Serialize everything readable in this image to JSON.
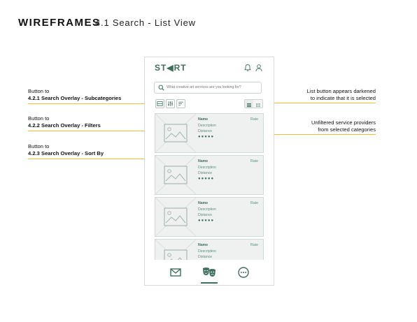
{
  "header": {
    "title": "WIREFRAMES",
    "subtitle": "4.1 Search - List View"
  },
  "annotations": {
    "subcategories": {
      "line1": "Button to",
      "line2": "4.2.1 Search Overlay - Subcategories"
    },
    "filters": {
      "line1": "Button to",
      "line2": "4.2.2 Search Overlay - Filters"
    },
    "sort": {
      "line1": "Button to",
      "line2": "4.2.3 Search Overlay - Sort By"
    },
    "list_button": {
      "line1": "List button appears darkened",
      "line2": "to indicate that it is selected"
    },
    "unfiltered": {
      "line1": "Unfiltered service providers",
      "line2": "from selected categories"
    }
  },
  "app": {
    "logo": "ST◀RT",
    "search": {
      "placeholder": "What creative art services are you looking for?",
      "value": ""
    },
    "cards": [
      {
        "name": "Name",
        "description": "Description",
        "distance": "Distance",
        "rate": "Rate",
        "rating": "●●●●●"
      },
      {
        "name": "Name",
        "description": "Description",
        "distance": "Distance",
        "rate": "Rate",
        "rating": "●●●●●"
      },
      {
        "name": "Name",
        "description": "Description",
        "distance": "Distance",
        "rate": "Rate",
        "rating": "●●●●●"
      },
      {
        "name": "Name",
        "description": "Description",
        "distance": "Distance",
        "rate": "Rate",
        "rating": "●●●●●"
      }
    ],
    "icons": [
      "bell-icon",
      "user-icon",
      "search-icon",
      "subcategories-icon",
      "filters-icon",
      "sort-icon",
      "list-icon",
      "grid-icon",
      "mail-icon",
      "theater-masks-icon",
      "more-icon"
    ],
    "colors": {
      "brand": "#3f6f5c",
      "accent": "#f2bf3a",
      "card_bg": "#eef1f0"
    }
  }
}
